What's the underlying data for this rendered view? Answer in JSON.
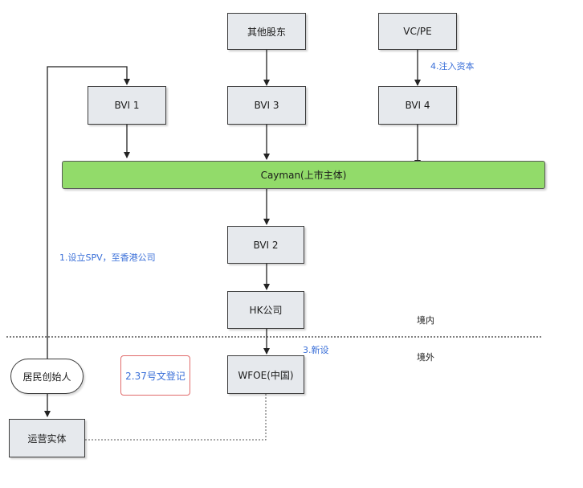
{
  "nodes": {
    "other_shareholders": "其他股东",
    "vc_pe": "VC/PE",
    "bvi1": "BVI 1",
    "bvi3": "BVI 3",
    "bvi4": "BVI 4",
    "cayman": "Cayman(上市主体)",
    "bvi2": "BVI 2",
    "hk_company": "HK公司",
    "wfoe": "WFOE(中国)",
    "founder": "居民创始人",
    "operating_entity": "运营实体",
    "registration": "2.37号文登记"
  },
  "annotations": {
    "step1": "1.设立SPV，至香港公司",
    "step3": "3.新设",
    "step4": "4.注入资本"
  },
  "regions": {
    "domestic": "境内",
    "overseas": "境外"
  },
  "colors": {
    "box_fill": "#e6e9ed",
    "cayman_fill": "#92db6a",
    "annotation_text": "#3a6fd8",
    "registration_border": "#e06b6b"
  }
}
